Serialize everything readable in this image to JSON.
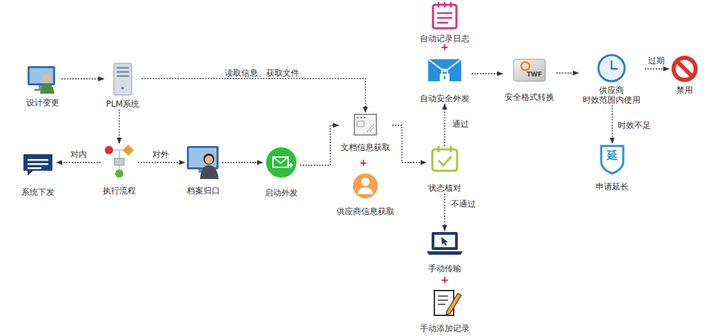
{
  "diagram": {
    "nodes": [
      {
        "text": [
          "设计变更"
        ]
      },
      {
        "text": [
          "PLM系统"
        ]
      },
      {
        "text": [
          "执行流程"
        ]
      },
      {
        "text": [
          "系统下发"
        ]
      },
      {
        "text": [
          "档案归口"
        ]
      },
      {
        "text": [
          "启动外发"
        ]
      },
      {
        "text": [
          "文档信息获取"
        ]
      },
      {
        "text": [
          "供应商信息获取"
        ]
      },
      {
        "text": [
          "状态核对"
        ]
      },
      {
        "text": [
          "自动记录日志"
        ]
      },
      {
        "text": [
          "自动安全外发"
        ]
      },
      {
        "text": [
          "TWF",
          "安全格式转换"
        ]
      },
      {
        "text": [
          "供应商 时效范围内使用"
        ]
      },
      {
        "text": [
          "禁用"
        ]
      },
      {
        "text": [
          "延",
          "申请延长"
        ]
      },
      {
        "text": [
          "手动传输"
        ]
      },
      {
        "text": [
          "手动添加记录"
        ]
      }
    ],
    "edges": [
      {
        "from": 0,
        "to": 1,
        "arrow": "to"
      },
      {
        "from": 1,
        "to": 2,
        "arrow": "to"
      },
      {
        "from": 2,
        "to": 3,
        "label": "对内",
        "arrow": "to"
      },
      {
        "from": 2,
        "to": 4,
        "label": "对外",
        "arrow": "to"
      },
      {
        "from": 1,
        "to": 6,
        "label": "读取信息、获取文件",
        "arrow": "to"
      },
      {
        "from": 4,
        "to": 5,
        "arrow": "to"
      },
      {
        "from": 5,
        "to": 6,
        "arrow": "to"
      },
      {
        "from": 6,
        "to": 8,
        "arrow": "to"
      },
      {
        "from": 8,
        "to": 10,
        "label": "通过",
        "arrow": "to"
      },
      {
        "from": 8,
        "to": 15,
        "label": "不通过",
        "arrow": "to"
      },
      {
        "from": 10,
        "to": 11,
        "arrow": "to"
      },
      {
        "from": 11,
        "to": 12,
        "arrow": "to"
      },
      {
        "from": 12,
        "to": 13,
        "label": "过期",
        "arrow": "to"
      },
      {
        "from": 12,
        "to": 14,
        "label": "时效不足",
        "arrow": "to"
      }
    ],
    "labels": [
      "+",
      "+",
      "+"
    ]
  }
}
